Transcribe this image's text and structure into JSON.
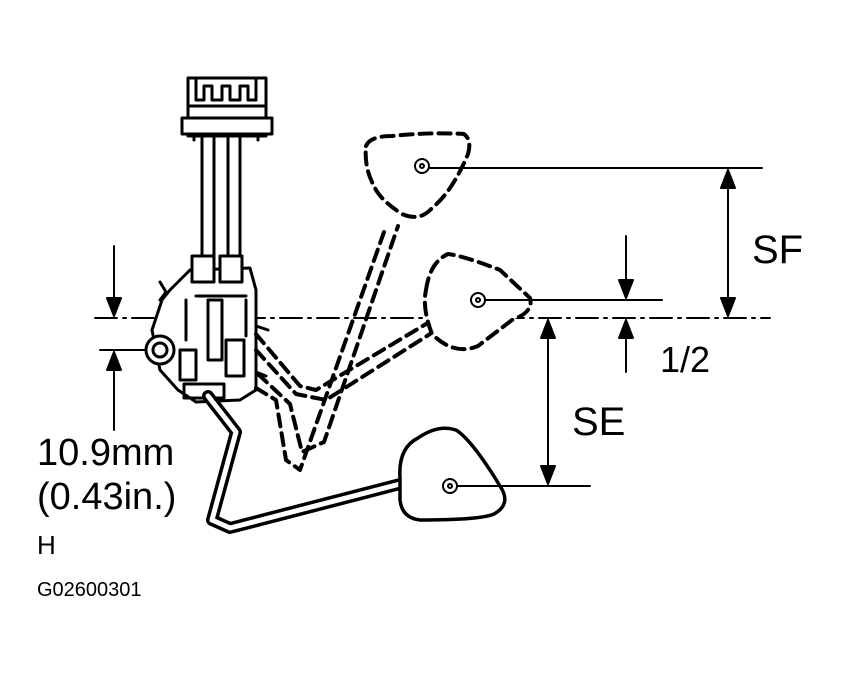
{
  "labels": {
    "sf": "SF",
    "half": "1/2",
    "se": "SE",
    "dimension_mm": "10.9mm",
    "dimension_in": "(0.43in.)",
    "h": "H",
    "figure_code": "G02600301"
  },
  "colors": {
    "ink": "#000000",
    "paper": "#ffffff"
  }
}
